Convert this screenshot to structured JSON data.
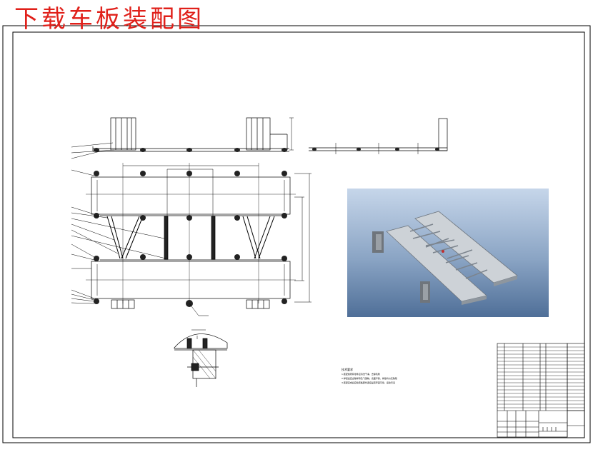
{
  "title": "下载车板装配图",
  "colors": {
    "title": "#e0201a",
    "line": "#000000",
    "render_sky": "#c6d6ea",
    "render_floor": "#4f6f98",
    "plate": "#cdd2d7"
  },
  "notes": {
    "heading": "技术要求",
    "lines": [
      "1.装配前所有零件应清洗干净，去除毛刺",
      "2.焊接后应去除焊渣及飞溅物，表面平整，焊缝均匀无缺陷",
      "3.装配完成后应检查各部件连接是否牢固可靠，运动灵活"
    ]
  },
  "views": {
    "front": "front-view",
    "side": "side-view",
    "plan": "plan-view",
    "detail": "section-detail",
    "render": "isometric-render"
  }
}
